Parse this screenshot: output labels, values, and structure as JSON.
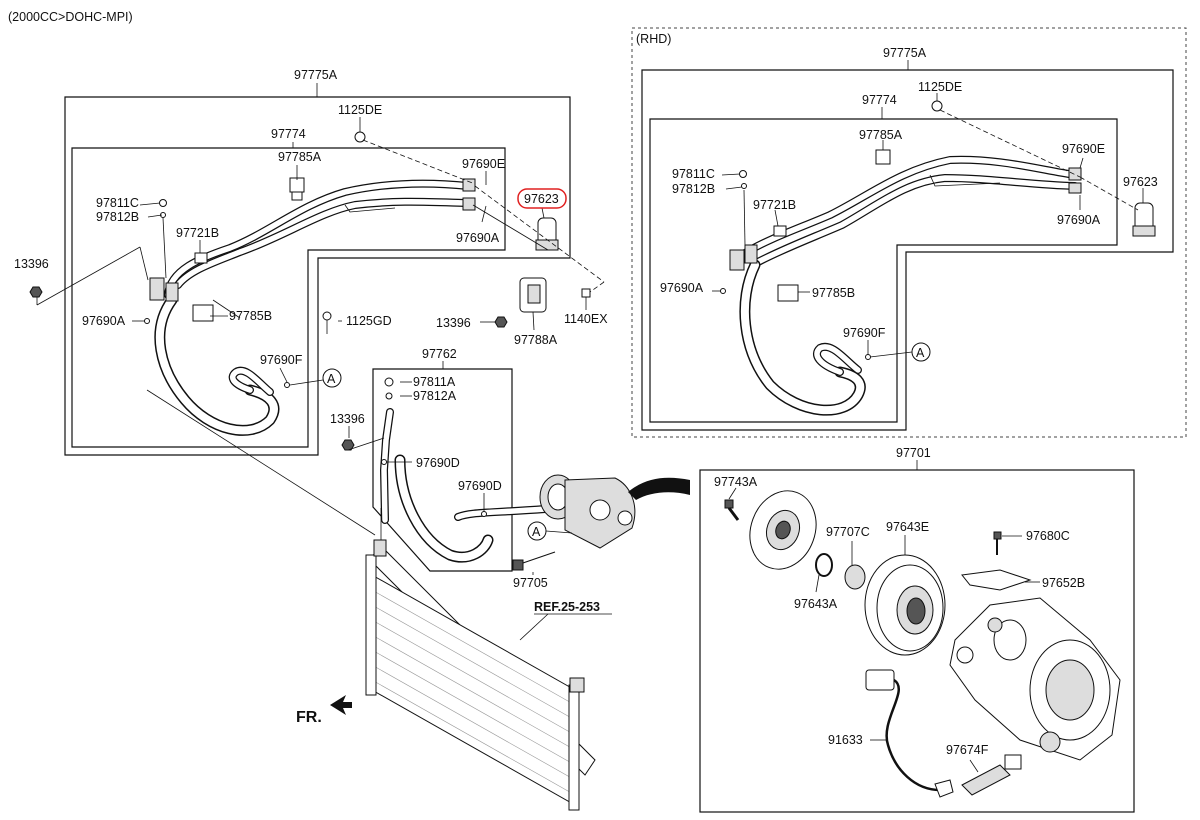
{
  "header_note": "(2000CC>DOHC-MPI)",
  "rhd_note": "(RHD)",
  "front_label": "FR.",
  "ref_label": "REF.25-253",
  "highlight_color": "#e02020",
  "callout_A": "A",
  "labels": {
    "p97775A": "97775A",
    "p1125DE": "1125DE",
    "p97774": "97774",
    "p97785A": "97785A",
    "p97690E": "97690E",
    "p97623": "97623",
    "p97811C": "97811C",
    "p97812B": "97812B",
    "p97721B": "97721B",
    "p97690A": "97690A",
    "p13396": "13396",
    "p97785B": "97785B",
    "p1125GD": "1125GD",
    "p97690F": "97690F",
    "p97788A": "97788A",
    "p1140EX": "1140EX",
    "p97762": "97762",
    "p97811A": "97811A",
    "p97812A": "97812A",
    "p97690D": "97690D",
    "p97705": "97705",
    "p97701": "97701",
    "p97743A": "97743A",
    "p97707C": "97707C",
    "p97643E": "97643E",
    "p97680C": "97680C",
    "p97652B": "97652B",
    "p97643A": "97643A",
    "p91633": "91633",
    "p97674F": "97674F"
  }
}
